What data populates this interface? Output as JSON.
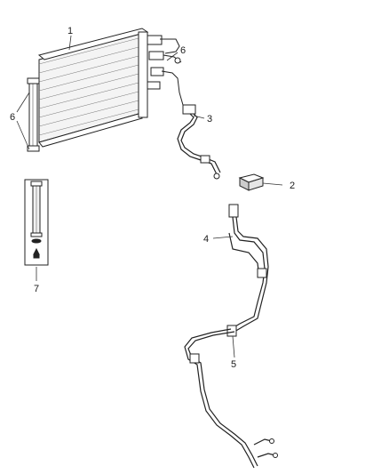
{
  "callouts": {
    "c1": "1",
    "c2": "2",
    "c3": "3",
    "c4": "4",
    "c5": "5",
    "c6_left": "6",
    "c6_right": "6",
    "c7": "7"
  }
}
